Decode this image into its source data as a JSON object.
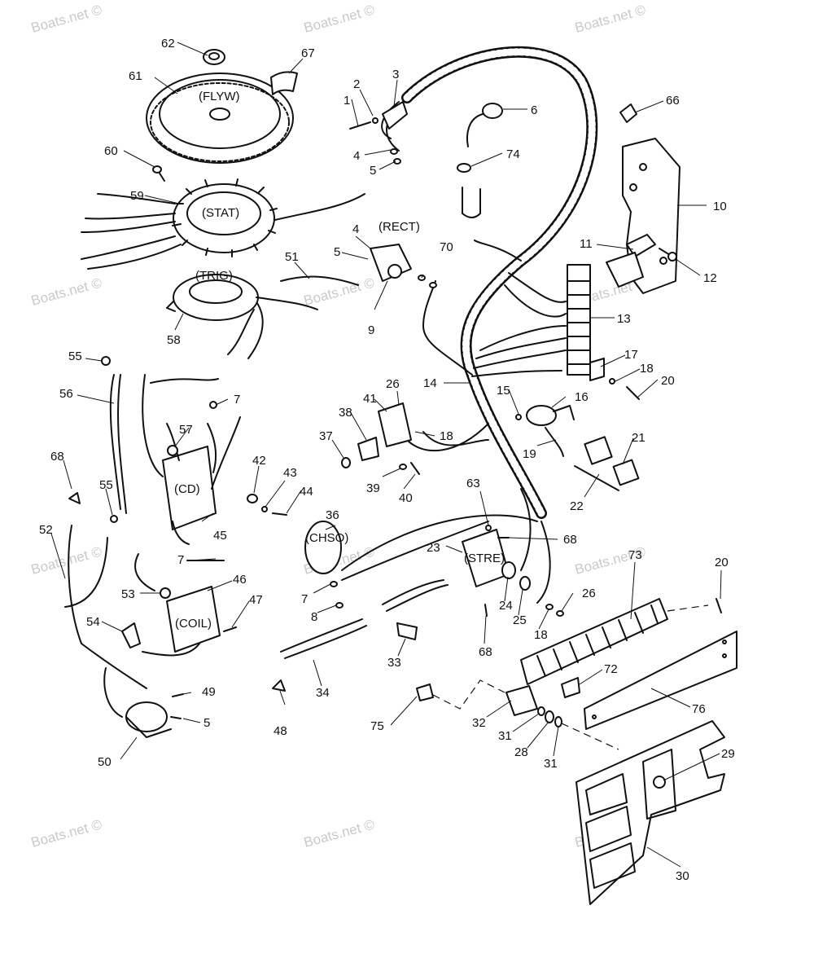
{
  "watermark": {
    "text": "Boats.net ©"
  },
  "component_tags": {
    "flyw": "(FLYW)",
    "stat": "(STAT)",
    "trig": "(TRIG)",
    "rect": "(RECT)",
    "cd": "(CD)",
    "chso": "(CHSO)",
    "coil": "(COIL)",
    "stre": "(STRE)"
  },
  "callouts": {
    "c1": "1",
    "c2": "2",
    "c3": "3",
    "c4a": "4",
    "c4b": "4",
    "c5a": "5",
    "c5b": "5",
    "c5c": "5",
    "c6": "6",
    "c7a": "7",
    "c7b": "7",
    "c7c": "7",
    "c8": "8",
    "c9": "9",
    "c10": "10",
    "c11": "11",
    "c12": "12",
    "c13": "13",
    "c14": "14",
    "c15": "15",
    "c16": "16",
    "c17": "17",
    "c18a": "18",
    "c18b": "18",
    "c18c": "18",
    "c19": "19",
    "c20a": "20",
    "c20b": "20",
    "c21": "21",
    "c22": "22",
    "c23": "23",
    "c24": "24",
    "c25": "25",
    "c26a": "26",
    "c26b": "26",
    "c28": "28",
    "c29": "29",
    "c30": "30",
    "c31a": "31",
    "c31b": "31",
    "c32": "32",
    "c33": "33",
    "c34": "34",
    "c36": "36",
    "c37": "37",
    "c38": "38",
    "c39": "39",
    "c40": "40",
    "c41": "41",
    "c42": "42",
    "c43": "43",
    "c44": "44",
    "c45": "45",
    "c46": "46",
    "c47": "47",
    "c48": "48",
    "c49": "49",
    "c50": "50",
    "c51": "51",
    "c52": "52",
    "c53": "53",
    "c54": "54",
    "c55a": "55",
    "c55b": "55",
    "c56": "56",
    "c57": "57",
    "c58": "58",
    "c59": "59",
    "c60": "60",
    "c61": "61",
    "c62": "62",
    "c63": "63",
    "c66": "66",
    "c67": "67",
    "c68a": "68",
    "c68b": "68",
    "c68c": "68",
    "c70": "70",
    "c72": "72",
    "c73": "73",
    "c74": "74",
    "c75": "75",
    "c76": "76"
  }
}
